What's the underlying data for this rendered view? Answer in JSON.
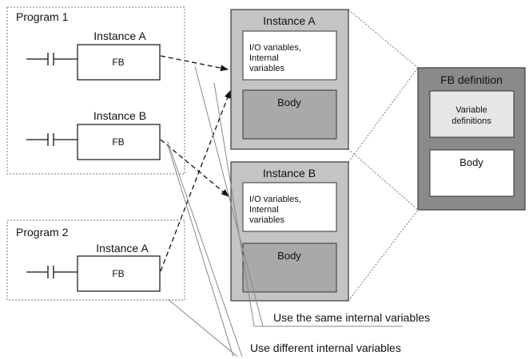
{
  "program1": {
    "title": "Program 1",
    "instance_a": {
      "label": "Instance A",
      "block": "FB"
    },
    "instance_b": {
      "label": "Instance B",
      "block": "FB"
    }
  },
  "program2": {
    "title": "Program 2",
    "instance_a": {
      "label": "Instance A",
      "block": "FB"
    }
  },
  "memory_instance_a": {
    "title": "Instance A",
    "vars_line1": "I/O variables,",
    "vars_line2": "Internal",
    "vars_line3": "variables",
    "body": "Body"
  },
  "memory_instance_b": {
    "title": "Instance B",
    "vars_line1": "I/O variables,",
    "vars_line2": "Internal",
    "vars_line3": "variables",
    "body": "Body"
  },
  "fb_definition": {
    "title": "FB definition",
    "vardef_line1": "Variable",
    "vardef_line2": "definitions",
    "body": "Body"
  },
  "annotations": {
    "same_vars": "Use the same internal variables",
    "different_vars": "Use different internal variables"
  },
  "colors": {
    "instance_panel": "#c4c4c4",
    "body_box": "#a9a9a9",
    "definition_panel": "#8a8a8a",
    "vardef_box": "#e6e6e6",
    "dotted_border": "#777777"
  }
}
